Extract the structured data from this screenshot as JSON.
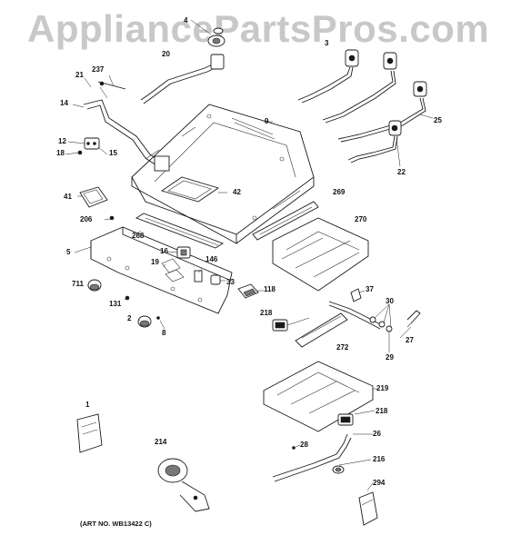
{
  "watermark": "AppliancePartsPros.com",
  "art_number": "(ART NO. WB13422 C)",
  "callouts": {
    "c1": "1",
    "c2": "2",
    "c3": "3",
    "c4": "4",
    "c5": "5",
    "c8": "8",
    "c9": "9",
    "c12": "12",
    "c14": "14",
    "c15": "15",
    "c16": "16",
    "c18": "18",
    "c19": "19",
    "c20": "20",
    "c21": "21",
    "c22": "22",
    "c25": "25",
    "c26": "26",
    "c27": "27",
    "c28": "28",
    "c29": "29",
    "c30": "30",
    "c33": "33",
    "c37": "37",
    "c41": "41",
    "c42": "42",
    "c118": "118",
    "c131": "131",
    "c146": "146",
    "c206": "206",
    "c214": "214",
    "c216": "216",
    "c218a": "218",
    "c218b": "218",
    "c219": "219",
    "c237": "237",
    "c268": "268",
    "c269": "269",
    "c270": "270",
    "c272": "272",
    "c294": "294",
    "c711": "711"
  }
}
